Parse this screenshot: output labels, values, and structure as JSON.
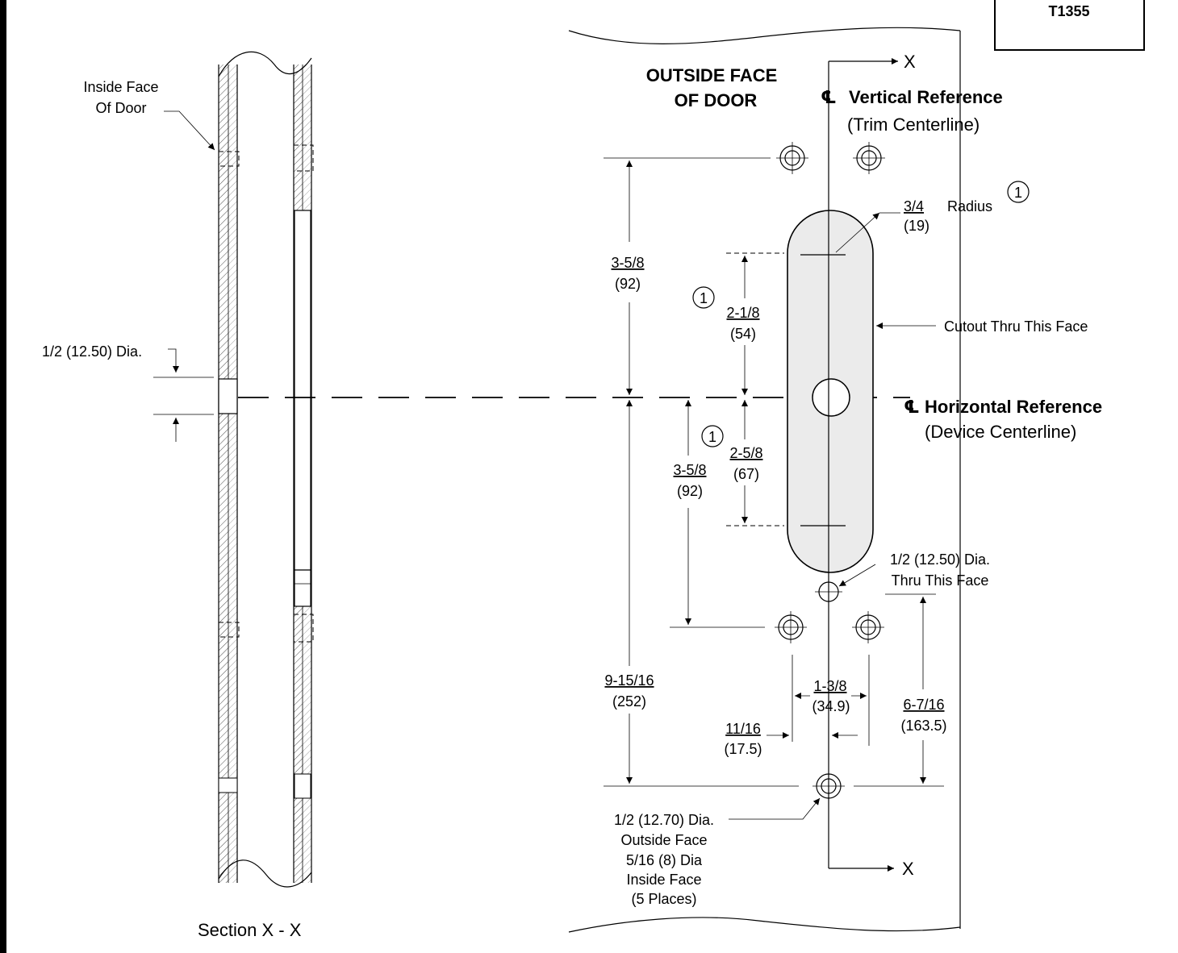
{
  "title_block": {
    "drawing_number": "T1355"
  },
  "outside_face_label": [
    "OUTSIDE FACE",
    "OF DOOR"
  ],
  "vertical_reference": {
    "title": "Vertical Reference",
    "subtitle": "(Trim Centerline)"
  },
  "horizontal_reference": {
    "title": "Horizontal Reference",
    "subtitle": "(Device Centerline)"
  },
  "section_marker": "X",
  "section_caption": "Section X - X",
  "inside_face_label": [
    "Inside Face",
    "Of Door"
  ],
  "left_hole_dia": "1/2 (12.50) Dia.",
  "radius": {
    "value": "3/4",
    "metric": "(19)",
    "label": "Radius",
    "note": "1"
  },
  "cutout_label": "Cutout Thru This Face",
  "small_hole_label": [
    "1/2 (12.50) Dia.",
    "Thru This Face"
  ],
  "bottom_hole_label": [
    "1/2 (12.70) Dia.",
    "Outside Face",
    "5/16 (8) Dia",
    "Inside Face",
    "(5 Places)"
  ],
  "dimensions": {
    "upper_3_5_8": {
      "value": "3-5/8",
      "metric": "(92)"
    },
    "upper_2_1_8": {
      "value": "2-1/8",
      "metric": "(54)",
      "note": "1"
    },
    "lower_2_5_8": {
      "value": "2-5/8",
      "metric": "(67)",
      "note": "1"
    },
    "lower_3_5_8": {
      "value": "3-5/8",
      "metric": "(92)"
    },
    "total_9_15_16": {
      "value": "9-15/16",
      "metric": "(252)"
    },
    "spacing_1_3_8": {
      "value": "1-3/8",
      "metric": "(34.9)"
    },
    "offset_11_16": {
      "value": "11/16",
      "metric": "(17.5)"
    },
    "height_6_7_16": {
      "value": "6-7/16",
      "metric": "(163.5)"
    }
  },
  "colors": {
    "line": "#000000",
    "cutout_fill": "#ebebeb"
  }
}
